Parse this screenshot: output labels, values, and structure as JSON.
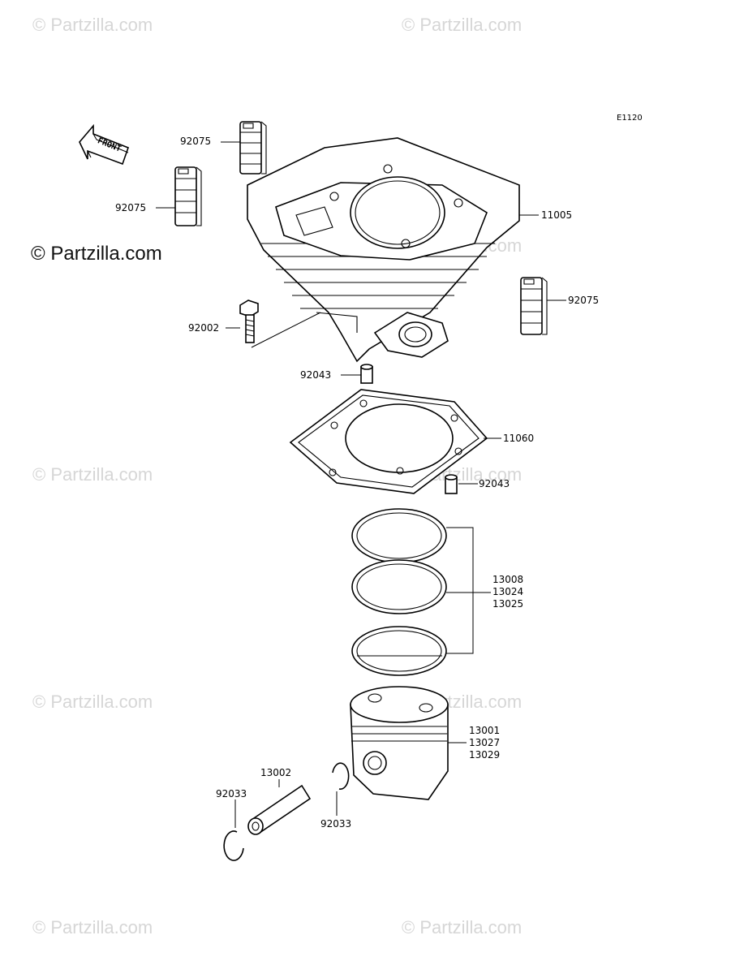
{
  "diagram": {
    "code": "E1120",
    "front_label": "FRONT",
    "watermark": "© Partzilla.com",
    "watermark_main": "© Partzilla.com",
    "parts": {
      "rubber_damper_1": "92075",
      "rubber_damper_2": "92075",
      "rubber_damper_3": "92075",
      "cylinder": "11005",
      "bolt": "92002",
      "dowel_pin_1": "92043",
      "gasket": "11060",
      "dowel_pin_2": "92043",
      "ring_set": [
        "13008",
        "13024",
        "13025"
      ],
      "piston": [
        "13001",
        "13027",
        "13029"
      ],
      "piston_pin": "13002",
      "snap_ring_left": "92033",
      "snap_ring_right": "92033"
    }
  }
}
